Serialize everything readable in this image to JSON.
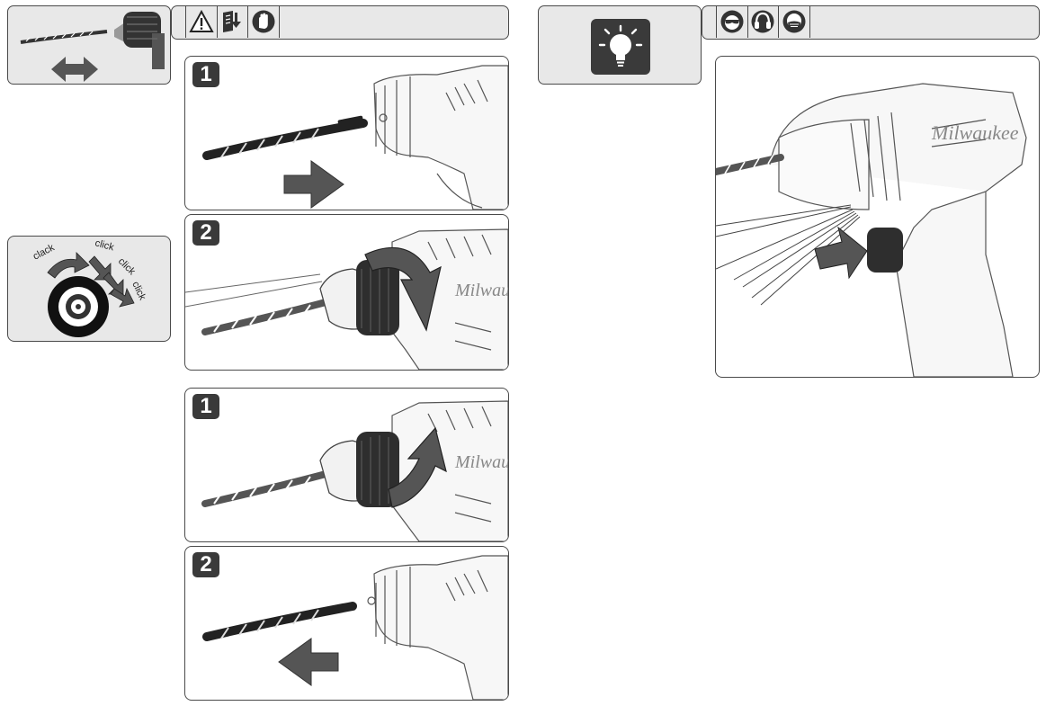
{
  "left_header": {
    "icons": [
      "warning-icon",
      "read-manual-icon",
      "gloves-icon"
    ]
  },
  "right_header": {
    "icons": [
      "eye-protection-icon",
      "ear-protection-icon",
      "dust-mask-icon"
    ],
    "tip_icon": "lightbulb-icon"
  },
  "steps": {
    "insert_1": "1",
    "insert_2": "2",
    "remove_1": "1",
    "remove_2": "2"
  },
  "callout": {
    "sounds": [
      "clack",
      "click",
      "click",
      "click"
    ]
  },
  "brand_mark": "Milwaukee",
  "colors": {
    "frame": "#4a4a4a",
    "header": "#e8e8e8",
    "badge": "#3a3a3a",
    "arrow": "#555555"
  }
}
